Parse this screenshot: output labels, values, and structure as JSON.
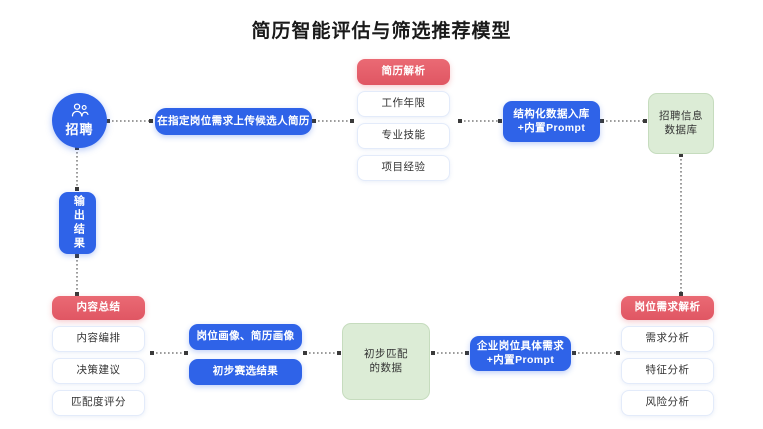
{
  "title": "简历智能评估与筛选推荐模型",
  "colors": {
    "blue": "#2f63e8",
    "red": "#e05663",
    "green_fill": "#dcecd6",
    "green_border": "#c6dcbe",
    "card_border": "#e3ebfa",
    "text": "#333333",
    "title_text": "#1a1a1a",
    "connector": "#3a3a3a"
  },
  "nodes": {
    "recruit_circle": {
      "label": "招聘",
      "icon": "users-icon"
    },
    "upload_resume": {
      "label": "在指定岗位需求上传候选人简历"
    },
    "resume_parse_header": {
      "label": "简历解析"
    },
    "resume_parse_items": [
      {
        "label": "工作年限"
      },
      {
        "label": "专业技能"
      },
      {
        "label": "项目经验"
      }
    ],
    "structured_storage": {
      "line1": "结构化数据入库",
      "line2": "+内置Prompt"
    },
    "recruit_db": {
      "line1": "招聘信息",
      "line2": "数据库"
    },
    "output_result": {
      "label": "输出结果"
    },
    "content_summary_header": {
      "label": "内容总结"
    },
    "content_summary_items": [
      {
        "label": "内容编排"
      },
      {
        "label": "决策建议"
      },
      {
        "label": "匹配度评分"
      }
    ],
    "portrait_box": {
      "label": "岗位画像、简历画像"
    },
    "prelim_filter_box": {
      "label": "初步赛选结果"
    },
    "matched_data": {
      "line1": "初步匹配",
      "line2": "的数据"
    },
    "enterprise_demand": {
      "line1": "企业岗位具体需求",
      "line2": "+内置Prompt"
    },
    "job_demand_header": {
      "label": "岗位需求解析"
    },
    "job_demand_items": [
      {
        "label": "需求分析"
      },
      {
        "label": "特征分析"
      },
      {
        "label": "风险分析"
      }
    ]
  }
}
